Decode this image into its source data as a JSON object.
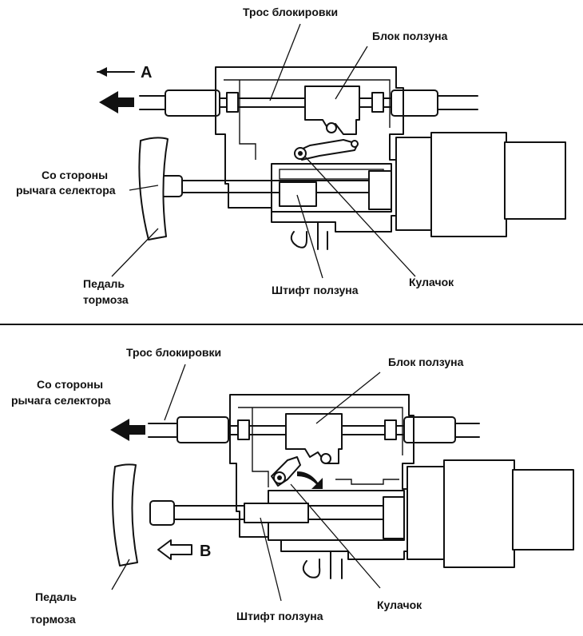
{
  "top": {
    "lock_cable": "Трос блокировки",
    "slider_block": "Блок ползуна",
    "arrow_label": "A",
    "selector_side_line1": "Со стороны",
    "selector_side_line2": "рычага селектора",
    "brake_pedal_line1": "Педаль",
    "brake_pedal_line2": "тормоза",
    "slider_pin": "Штифт ползуна",
    "cam": "Кулачок"
  },
  "bottom": {
    "lock_cable": "Трос блокировки",
    "slider_block": "Блок ползуна",
    "arrow_label": "B",
    "selector_side_line1": "Со стороны",
    "selector_side_line2": "рычага селектора",
    "brake_pedal_line1": "Педаль",
    "brake_pedal_line2": "тормоза",
    "slider_pin": "Штифт ползуна",
    "cam": "Кулачок"
  },
  "colors": {
    "ink": "#111111",
    "paper": "#ffffff"
  }
}
